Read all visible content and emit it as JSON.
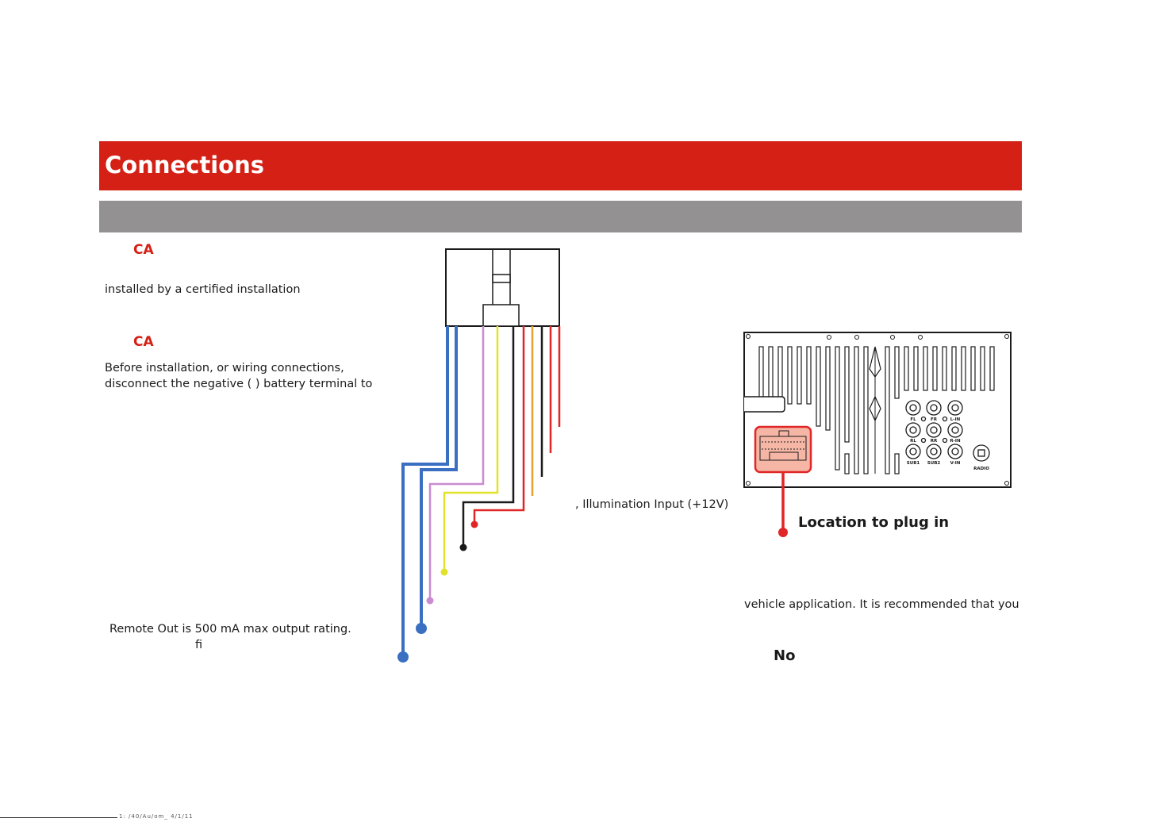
{
  "header": {
    "title": "Connections"
  },
  "left_column": {
    "caution_1": "CA",
    "caution_1_text": "installed by a certified installation",
    "caution_2": "CA",
    "caution_2_lines": [
      "Before installation, or wiring connections,",
      "disconnect the negative ( ) battery terminal to"
    ],
    "remote_note_lines": [
      "Remote Out is 500 mA max output rating.",
      "fi"
    ]
  },
  "wiring": {
    "illumination_label": ", Illumination Input (+12V)",
    "wire_colors": {
      "blue": "#3a6fc2",
      "pink": "#c98bd1",
      "yellow": "#e1e32a",
      "black": "#1a1a1a",
      "red": "#e02626",
      "orange": "#e5a033"
    }
  },
  "back_panel": {
    "rca_labels": [
      "FL",
      "FR",
      "L-IN",
      "RL",
      "RR",
      "R-IN",
      "SUB1",
      "SUB2",
      "V-IN"
    ],
    "radio_label": "RADIO",
    "highlight_color": "#f5b6a6",
    "location_label": "Location to plug in"
  },
  "right_column": {
    "vehicle_text": "vehicle application. It is  recommended  that you",
    "note_label": "No"
  },
  "footer": {
    "text": "1: /40/Au/om_ 4/1/11"
  }
}
